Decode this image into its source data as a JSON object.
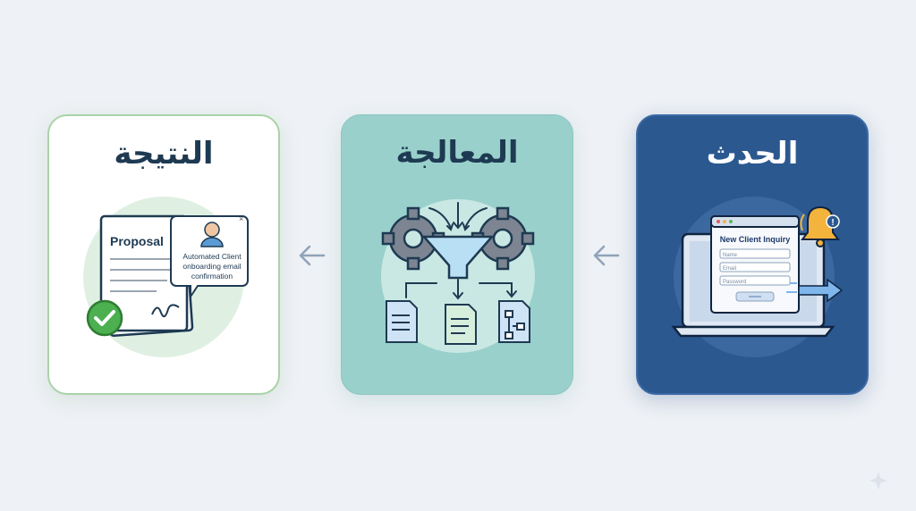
{
  "cards": {
    "result": {
      "title": "النتيجة",
      "proposal_label": "Proposal",
      "notification_lines": [
        "Automated Client",
        "onboarding email",
        "confirmation"
      ],
      "close_glyph": "×"
    },
    "processing": {
      "title": "المعالجة"
    },
    "event": {
      "title": "الحدث",
      "form_title": "New Client Inquiry",
      "fields": [
        "Name",
        "Email",
        "Password"
      ],
      "alert_glyph": "!"
    }
  },
  "colors": {
    "background": "#eef1f5",
    "result_card": "#ffffff",
    "processing_card": "#99d0cb",
    "event_card": "#2c5890",
    "accent_green": "#4caf50",
    "bell": "#f2b43c"
  }
}
